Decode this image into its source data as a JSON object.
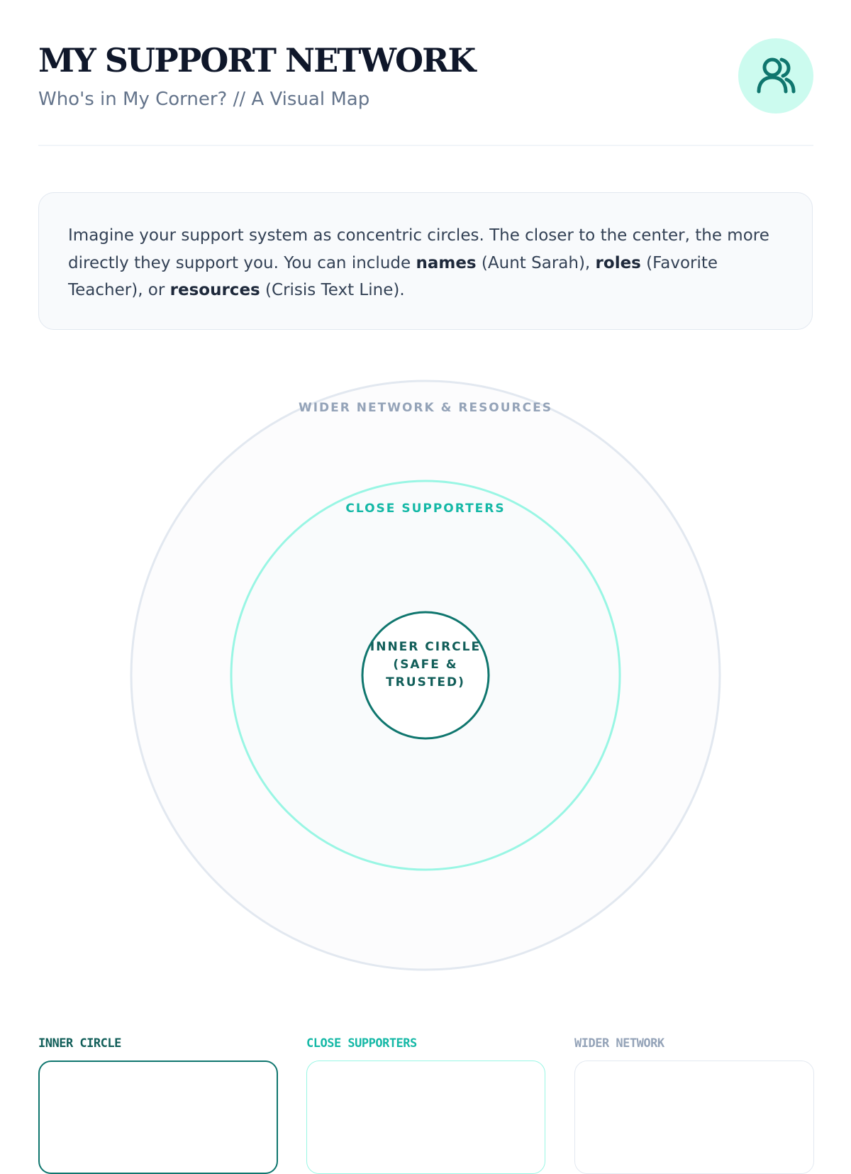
{
  "header": {
    "title": "MY SUPPORT NETWORK",
    "subtitle": "Who's in My Corner? // A Visual Map",
    "icon": "users-icon"
  },
  "intro": {
    "text_1": "Imagine your support system as concentric circles. The closer to the center, the more directly they support you. You can include ",
    "bold_1": "names",
    "text_2": " (Aunt Sarah), ",
    "bold_2": "roles",
    "text_3": " (Favorite Teacher), or ",
    "bold_3": "resources",
    "text_4": " (Crisis Text Line)."
  },
  "map": {
    "outer_label": "WIDER NETWORK & RESOURCES",
    "middle_label": "CLOSE SUPPORTERS",
    "inner_label": "INNER CIRCLE (SAFE & TRUSTED)"
  },
  "columns": [
    {
      "title": "INNER CIRCLE"
    },
    {
      "title": "CLOSE SUPPORTERS"
    },
    {
      "title": "WIDER NETWORK"
    }
  ],
  "colors": {
    "teal_dark": "#0f766e",
    "teal_light": "#5eead4",
    "slate": "#94a3b8"
  }
}
